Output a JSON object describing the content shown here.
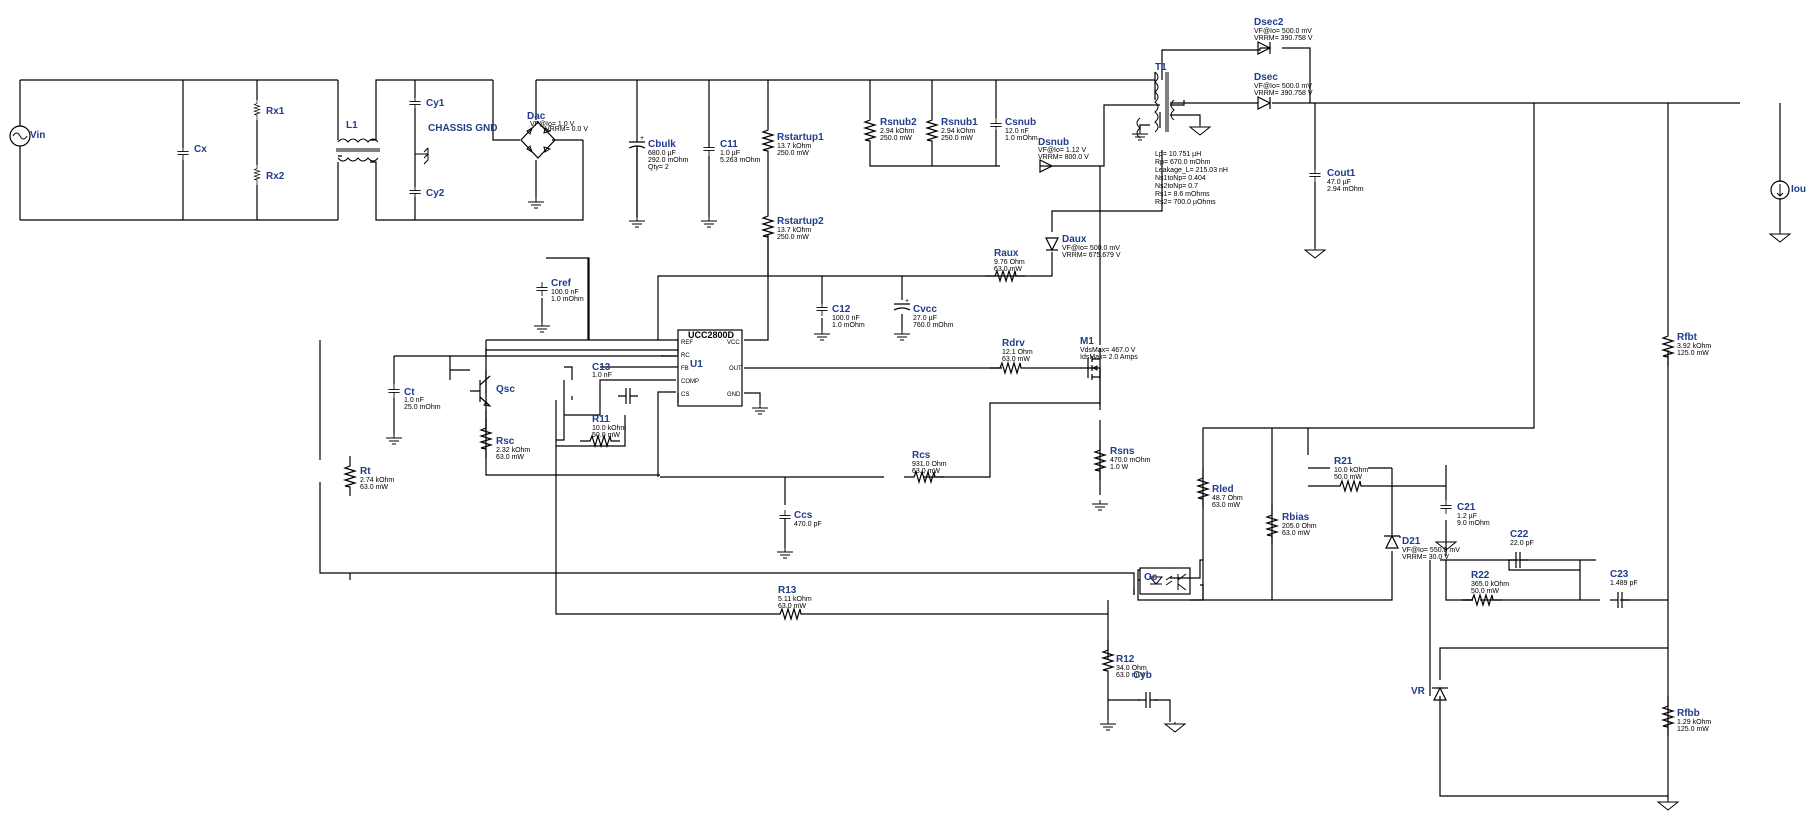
{
  "colors": {
    "wire": "#000000",
    "label": "#1f3d8a",
    "value": "#000000"
  },
  "components": {
    "vin": {
      "name": "Vin",
      "plus": "+",
      "minus": "-"
    },
    "cx": {
      "name": "Cx"
    },
    "rx1": {
      "name": "Rx1"
    },
    "rx2": {
      "name": "Rx2"
    },
    "l1": {
      "name": "L1"
    },
    "cy1": {
      "name": "Cy1"
    },
    "cy2": {
      "name": "Cy2"
    },
    "chassis": {
      "name": "CHASSIS GND"
    },
    "dac": {
      "name": "Dac",
      "v1": "VF@Io= 1.0 V",
      "v2": "VRRM= 0.0 V"
    },
    "cbulk": {
      "name": "Cbulk",
      "v1": "680.0 µF",
      "v2": "292.0 mOhm",
      "v3": "Qty= 2"
    },
    "c11": {
      "name": "C11",
      "v1": "1.0 µF",
      "v2": "5.263 mOhm"
    },
    "rstartup1": {
      "name": "Rstartup1",
      "v1": "13.7 kOhm",
      "v2": "250.0 mW"
    },
    "rstartup2": {
      "name": "Rstartup2",
      "v1": "13.7 kOhm",
      "v2": "250.0 mW"
    },
    "rsnub2": {
      "name": "Rsnub2",
      "v1": "2.94 kOhm",
      "v2": "250.0 mW"
    },
    "rsnub1": {
      "name": "Rsnub1",
      "v1": "2.94 kOhm",
      "v2": "250.0 mW"
    },
    "csnub": {
      "name": "Csnub",
      "v1": "12.0 nF",
      "v2": "1.0 mOhm"
    },
    "dsnub": {
      "name": "Dsnub",
      "v1": "VF@Io= 1.12 V",
      "v2": "VRRM= 800.0 V"
    },
    "t1": {
      "name": "T1",
      "params": [
        "Lp= 10.751 µH",
        "Rp= 670.0 mOhm",
        "Leakage_L= 215.03 nH",
        "Ns1toNp= 0.404",
        "Ns2toNp= 0.7",
        "Rs1= 8.6 mOhms",
        "Rs2= 700.0 µOhms"
      ]
    },
    "dsec2": {
      "name": "Dsec2",
      "v1": "VF@Io= 500.0 mV",
      "v2": "VRRM= 390.758 V"
    },
    "dsec": {
      "name": "Dsec",
      "v1": "VF@Io= 500.0 mV",
      "v2": "VRRM= 390.758 V"
    },
    "cout1": {
      "name": "Cout1",
      "v1": "47.0 µF",
      "v2": "2.94 mOhm"
    },
    "iout": {
      "name": "Iout"
    },
    "daux": {
      "name": "Daux",
      "v1": "VF@Io= 500.0 mV",
      "v2": "VRRM= 675.679 V"
    },
    "raux": {
      "name": "Raux",
      "v1": "9.76 Ohm",
      "v2": "63.0 mW"
    },
    "cref": {
      "name": "Cref",
      "v1": "100.0 nF",
      "v2": "1.0 mOhm"
    },
    "c12": {
      "name": "C12",
      "v1": "100.0 nF",
      "v2": "1.0 mOhm"
    },
    "cvcc": {
      "name": "Cvcc",
      "v1": "27.0 µF",
      "v2": "760.0 mOhm"
    },
    "u1": {
      "name": "U1",
      "part": "UCC2800D",
      "pins": [
        "REF",
        "RC",
        "FB",
        "COMP",
        "CS",
        "VCC",
        "OUT",
        "GND"
      ]
    },
    "c13": {
      "name": "C13",
      "v1": "1.0 nF"
    },
    "r11": {
      "name": "R11",
      "v1": "10.0 kOhm",
      "v2": "50.0 mW"
    },
    "ct": {
      "name": "Ct",
      "v1": "1.0 nF",
      "v2": "25.0 mOhm"
    },
    "qsc": {
      "name": "Qsc"
    },
    "rsc": {
      "name": "Rsc",
      "v1": "2.32 kOhm",
      "v2": "63.0 mW"
    },
    "rt": {
      "name": "Rt",
      "v1": "2.74 kOhm",
      "v2": "63.0 mW"
    },
    "rdrv": {
      "name": "Rdrv",
      "v1": "12.1 Ohm",
      "v2": "63.0 mW"
    },
    "m1": {
      "name": "M1",
      "v1": "VdsMax= 467.0 V",
      "v2": "IdsMax= 2.0 Amps"
    },
    "rsns": {
      "name": "Rsns",
      "v1": "470.0 mOhm",
      "v2": "1.0 W"
    },
    "rcs": {
      "name": "Rcs",
      "v1": "931.0 Ohm",
      "v2": "63.0 mW"
    },
    "ccs": {
      "name": "Ccs",
      "v1": "470.0 pF"
    },
    "r13": {
      "name": "R13",
      "v1": "5.11 kOhm",
      "v2": "63.0 mW"
    },
    "rled": {
      "name": "Rled",
      "v1": "48.7 Ohm",
      "v2": "63.0 mW"
    },
    "rbias": {
      "name": "Rbias",
      "v1": "205.0 Ohm",
      "v2": "63.0 mW"
    },
    "r21": {
      "name": "R21",
      "v1": "10.0 kOhm",
      "v2": "50.0 mW"
    },
    "c21": {
      "name": "C21",
      "v1": "1.2 µF",
      "v2": "9.0 mOhm"
    },
    "d21": {
      "name": "D21",
      "v1": "VF@Io= 550.0 mV",
      "v2": "VRRM= 30.0 V"
    },
    "c22": {
      "name": "C22",
      "v1": "22.0 pF"
    },
    "r22": {
      "name": "R22",
      "v1": "365.0 kOhm",
      "v2": "50.0 mW"
    },
    "c23": {
      "name": "C23",
      "v1": "1.489 pF"
    },
    "rfbt": {
      "name": "Rfbt",
      "v1": "3.92 kOhm",
      "v2": "125.0 mW"
    },
    "rfbb": {
      "name": "Rfbb",
      "v1": "1.29 kOhm",
      "v2": "125.0 mW"
    },
    "vr": {
      "name": "VR"
    },
    "oc": {
      "name": "Oc"
    },
    "r12": {
      "name": "R12",
      "v1": "34.0 Ohm",
      "v2": "63.0 mW"
    },
    "cyb": {
      "name": "Cyb"
    }
  }
}
